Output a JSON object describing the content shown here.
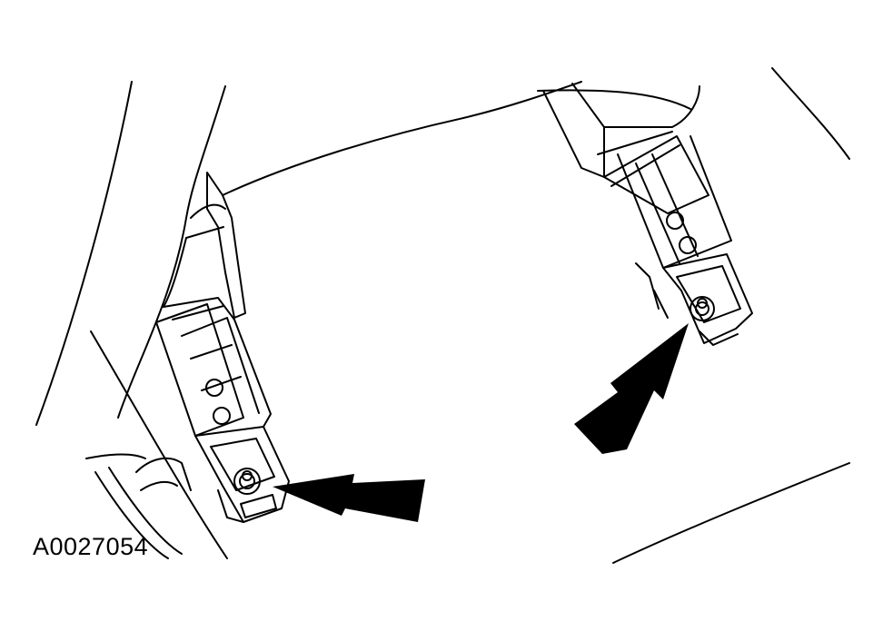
{
  "figure": {
    "id_label": "A0027054",
    "colors": {
      "background": "#ffffff",
      "ink": "#000000"
    }
  },
  "callouts": [
    {
      "name": "left-bracket-nut-arrow",
      "points_to": "nut"
    },
    {
      "name": "right-bracket-nut-arrow",
      "points_to": "nut"
    }
  ]
}
